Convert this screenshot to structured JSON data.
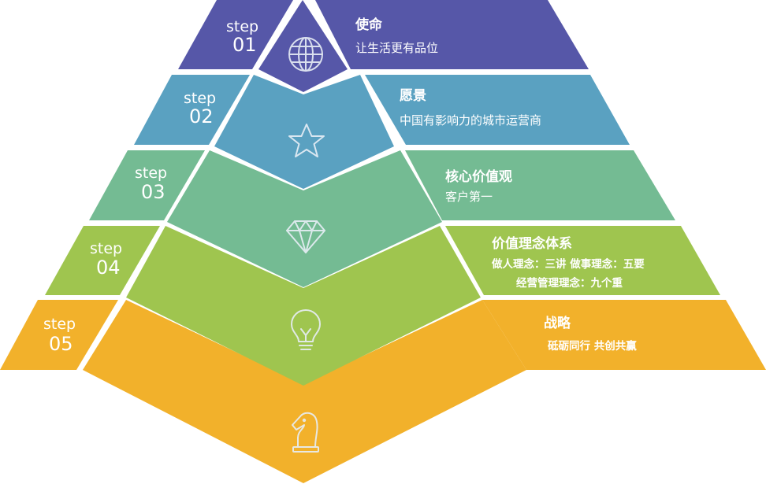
{
  "levels": [
    {
      "step_word": "step",
      "step_num": "01",
      "title": "使命",
      "lines": [
        "让生活更有品位"
      ],
      "icon": "globe-icon",
      "color": "#5657a8"
    },
    {
      "step_word": "step",
      "step_num": "02",
      "title": "愿景",
      "lines": [
        "中国有影响力的城市运营商"
      ],
      "icon": "star-icon",
      "color": "#5aa1c1"
    },
    {
      "step_word": "step",
      "step_num": "03",
      "title": "核心价值观",
      "lines": [
        "客户第一"
      ],
      "icon": "diamond-icon",
      "color": "#74bb93"
    },
    {
      "step_word": "step",
      "step_num": "04",
      "title": "价值理念体系",
      "lines": [
        "做人理念：三讲 做事理念：五要",
        "经营管理理念：九个重"
      ],
      "icon": "lightbulb-icon",
      "color": "#9fc54f"
    },
    {
      "step_word": "step",
      "step_num": "05",
      "title": "战略",
      "lines": [
        "砥砺同行 共创共赢"
      ],
      "icon": "chess-knight-icon",
      "color": "#f2b12b"
    }
  ]
}
